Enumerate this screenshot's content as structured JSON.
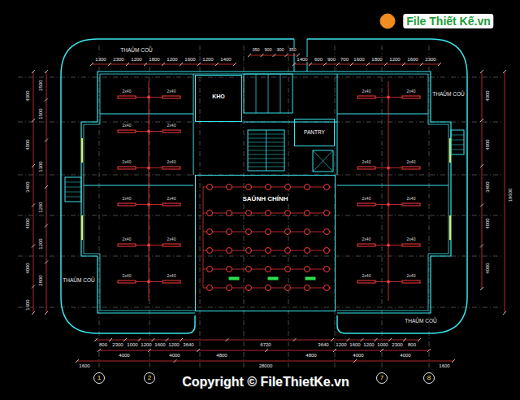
{
  "diagram": {
    "nodes": [
      {
        "text": [
          "KHO"
        ]
      },
      {
        "text": [
          "PANTRY"
        ]
      },
      {
        "text": [
          "SAÛNH CHÍNH"
        ]
      },
      {
        "text": [
          "1"
        ]
      },
      {
        "text": [
          "2"
        ]
      },
      {
        "text": [
          "7"
        ]
      },
      {
        "text": [
          "8"
        ]
      }
    ],
    "labels": [
      "THAÛM COÛ",
      "THAÛM COÛ",
      "THAÛM COÛ",
      "THAÛM COÛ",
      "1300",
      "2300",
      "1200",
      "1800",
      "1200",
      "1600",
      "1200",
      "1400",
      "350",
      "900",
      "300",
      "350",
      "1400",
      "600",
      "900",
      "700",
      "1600",
      "1800",
      "1200",
      "1600",
      "2300",
      "4000",
      "4000",
      "3400",
      "4000",
      "4000",
      "1600",
      "2500",
      "1500",
      "1300",
      "1200",
      "1200",
      "2800",
      "4000",
      "4000",
      "3400",
      "4000",
      "4000",
      "19600",
      "800",
      "2300",
      "1000",
      "1200",
      "1600",
      "1200",
      "3640",
      "6720",
      "3640",
      "1200",
      "1600",
      "1200",
      "1000",
      "2300",
      "800",
      "4000",
      "4000",
      "4800",
      "4800",
      "4000",
      "4000",
      "1600",
      "28000",
      "1600",
      "2x40",
      "2x40",
      "2x40",
      "2x40",
      "2x40",
      "2x40",
      "2x40",
      "2x40",
      "2x40",
      "2x40",
      "2x40",
      "2x40",
      "2x40",
      "2x40",
      "2x40",
      "2x40",
      "2x40",
      "2x40",
      "2x40",
      "2x40",
      "2x40",
      "2x40",
      "File Thiết Kế.vn",
      "Copyright © FileThietKe.vn"
    ]
  }
}
